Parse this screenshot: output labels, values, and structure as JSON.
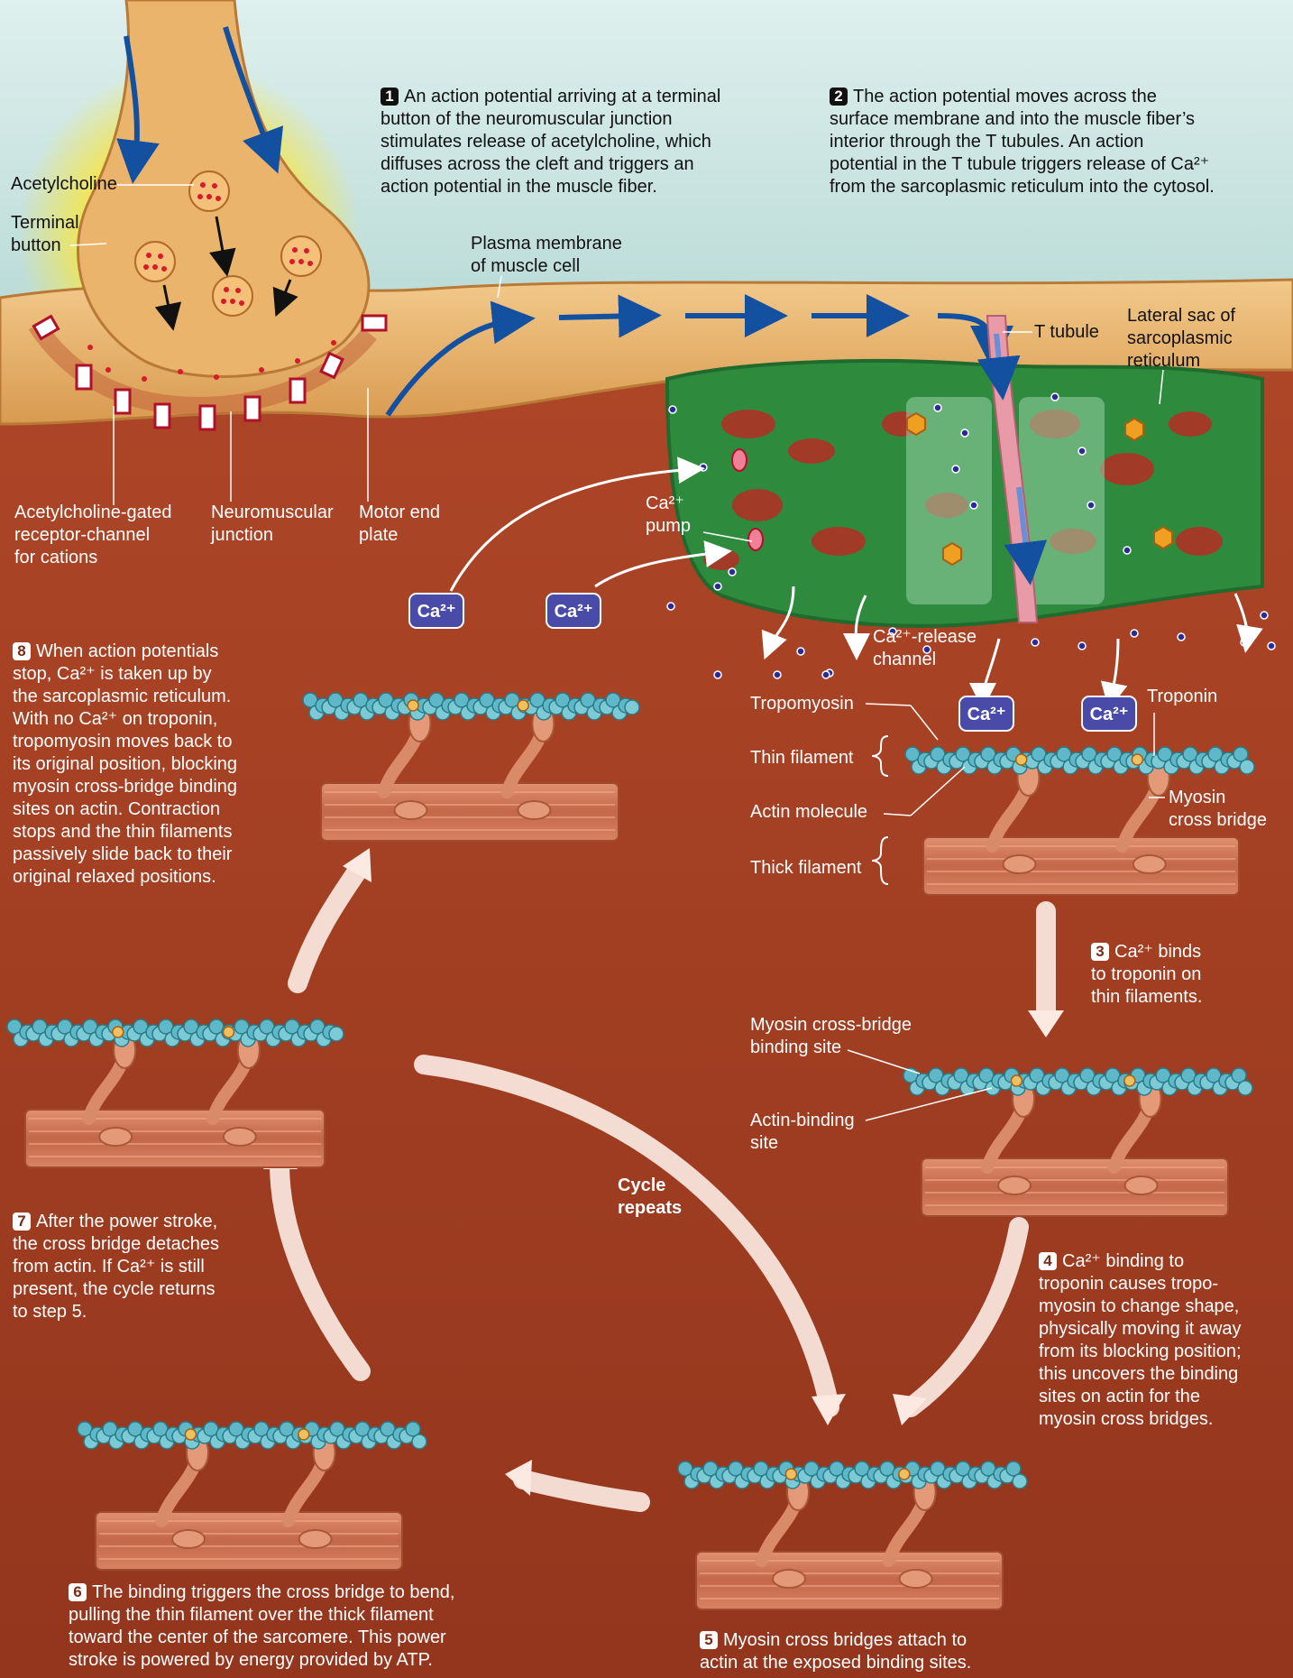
{
  "steps": [
    {
      "n": "1",
      "lines": [
        "An action potential arriving at a terminal",
        "button of the neuromuscular junction",
        "stimulates release of acetylcholine, which",
        "diffuses across the cleft and triggers an",
        "action potential in the muscle fiber."
      ]
    },
    {
      "n": "2",
      "lines": [
        "The action potential moves across the",
        "surface membrane and into the muscle fiber’s",
        "interior through the T tubules. An action",
        "potential in the T tubule triggers release of Ca²⁺",
        "from the sarcoplasmic reticulum into the cytosol."
      ]
    },
    {
      "n": "3",
      "lines": [
        "Ca²⁺ binds",
        "to troponin on",
        "thin filaments."
      ]
    },
    {
      "n": "4",
      "lines": [
        "Ca²⁺ binding to",
        "troponin causes tropo-",
        "myosin to change shape,",
        "physically moving it away",
        "from its blocking position;",
        "this uncovers the binding",
        "sites on actin for the",
        "myosin cross bridges."
      ]
    },
    {
      "n": "5",
      "lines": [
        "Myosin cross bridges attach to",
        "actin at the exposed binding sites."
      ]
    },
    {
      "n": "6",
      "lines": [
        "The binding triggers the cross bridge to bend,",
        "pulling the thin filament over the thick filament",
        "toward the center of the sarcomere. This power",
        "stroke is powered by energy provided by ATP."
      ]
    },
    {
      "n": "7",
      "lines": [
        "After the power stroke,",
        "the cross bridge detaches",
        "from actin. If Ca²⁺ is still",
        "present, the cycle returns",
        "to step 5."
      ]
    },
    {
      "n": "8",
      "lines": [
        "When action potentials",
        "stop, Ca²⁺ is taken up by",
        "the sarcoplasmic reticulum.",
        "With no Ca²⁺ on troponin,",
        "tropomyosin moves back to",
        "its original position, blocking",
        "myosin cross-bridge binding",
        "sites on actin. Contraction",
        "stops and the thin filaments",
        "passively slide back to their",
        "original relaxed positions."
      ]
    }
  ],
  "labels": {
    "acetylcholine": "Acetylcholine",
    "terminal_button": [
      "Terminal",
      "button"
    ],
    "plasma_membrane": [
      "Plasma membrane",
      "of muscle cell"
    ],
    "t_tubule": "T tubule",
    "lateral_sac": [
      "Lateral sac of",
      "sarcoplasmic",
      "reticulum"
    ],
    "receptor_channel": [
      "Acetylcholine-gated",
      "receptor-channel",
      "for cations"
    ],
    "neuromuscular_junction": [
      "Neuromuscular",
      "junction"
    ],
    "motor_end_plate": [
      "Motor end",
      "plate"
    ],
    "ca_pump": [
      "Ca²⁺",
      "pump"
    ],
    "ca_release_channel": [
      "Ca²⁺-release",
      "channel"
    ],
    "tropomyosin": "Tropomyosin",
    "troponin": "Troponin",
    "thin_filament": "Thin filament",
    "actin_molecule": "Actin molecule",
    "myosin_cross_bridge": [
      "Myosin",
      "cross bridge"
    ],
    "thick_filament": "Thick filament",
    "myosin_binding_site": [
      "Myosin cross-bridge",
      "binding site"
    ],
    "actin_binding_site": [
      "Actin-binding",
      "site"
    ],
    "cycle_repeats": [
      "Cycle",
      "repeats"
    ],
    "ca_badge": "Ca²⁺"
  },
  "colors": {
    "background": "#9b3c22",
    "extracellular": "#cfe6e2",
    "membrane": "#e6b06a",
    "sarcoplasmic_reticulum": "#2e8b3e",
    "t_tubule": "#e89aa8",
    "arrow_blue": "#1450a0",
    "actin": "#5fb8c8",
    "thick_filament": "#c86a4a",
    "ca_badge": "#4a4aa8"
  }
}
